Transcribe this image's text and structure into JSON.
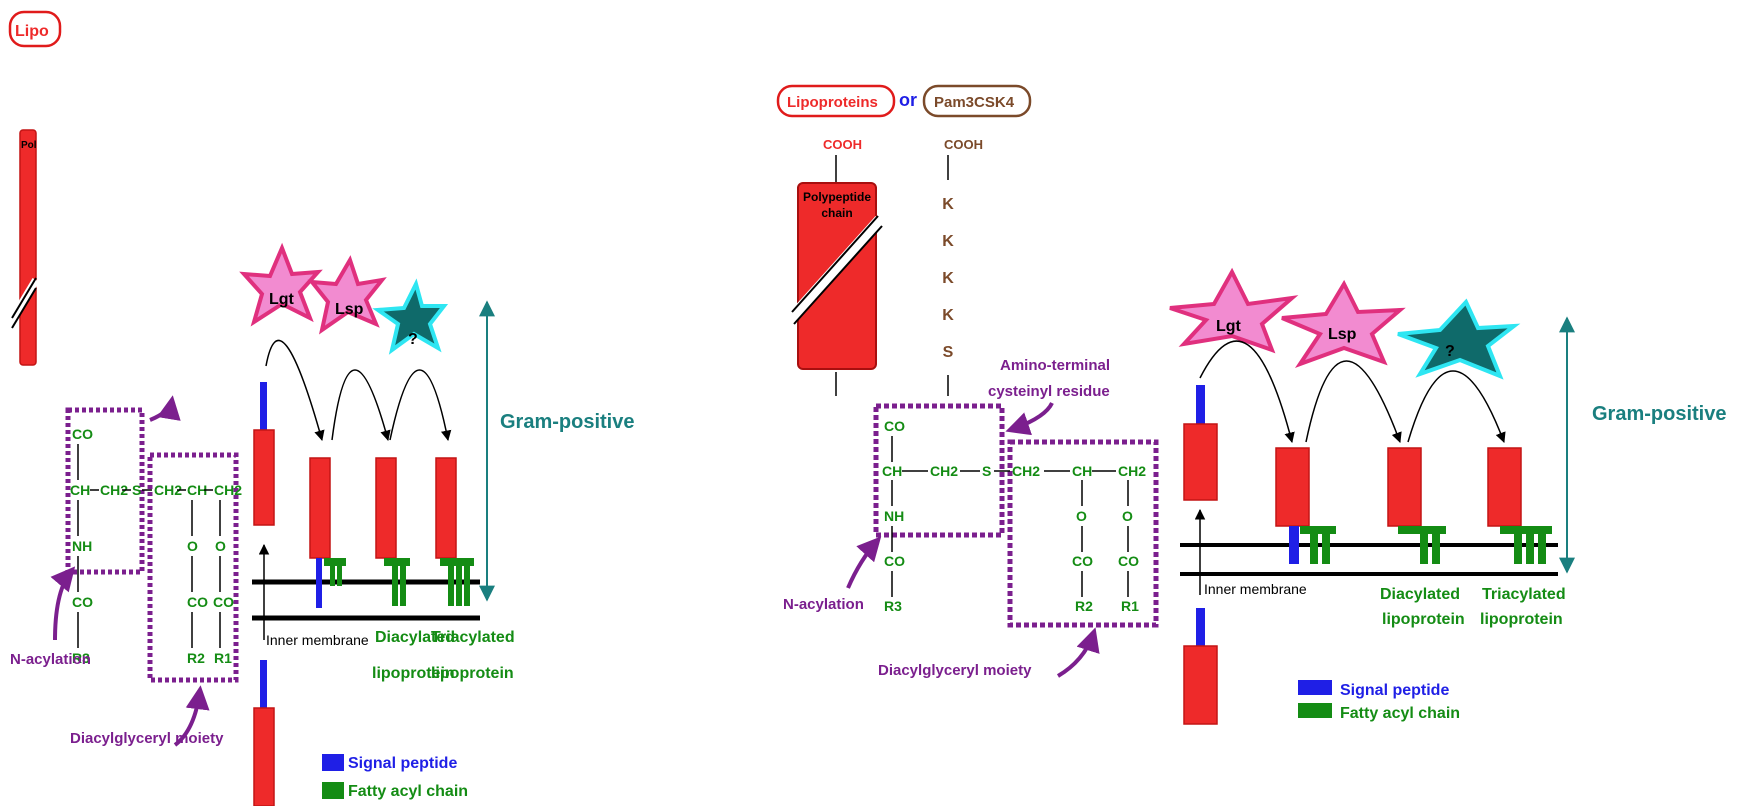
{
  "colors": {
    "red": "#ee2a2a",
    "red_outline": "#e01b1b",
    "brown": "#7b4a2a",
    "green": "#148c14",
    "purple": "#7b1f8e",
    "teal": "#1a7f7f",
    "blue": "#1f1fe6",
    "pink": "#f28bd0",
    "pink_edge": "#e0307e",
    "cyan": "#2ee6f2",
    "dark_teal": "#0f6a6a",
    "black": "#000000"
  },
  "left_panel": {
    "clipped_label": "Lipo",
    "clipped_chain": "Pol",
    "structure": {
      "co_top": "CO",
      "ch": "CH",
      "ch2a": "CH2",
      "s": "S",
      "ch2b": "CH2",
      "ch_b": "CH",
      "ch2c": "CH2",
      "nh": "NH",
      "o1": "O",
      "o2": "O",
      "co_bottom": "CO",
      "co2": "CO",
      "co3": "CO",
      "r3": "R3",
      "r2": "R2",
      "r1": "R1"
    },
    "n_acylation": "N-acylation",
    "diacylglyceryl": "Diacylglyceryl moiety",
    "enzymes": [
      "Lgt",
      "Lsp",
      "?"
    ],
    "gram_positive": "Gram-positive",
    "inner_membrane": "Inner membrane",
    "diacylated": [
      "Diacylated",
      "lipoprotein"
    ],
    "triacylated": [
      "Triacylated",
      "lipoprotein"
    ],
    "legend": [
      "Signal peptide",
      "Fatty acyl chain"
    ]
  },
  "right_panel": {
    "lipoproteins": "Lipoproteins",
    "or": "or",
    "pam": "Pam3CSK4",
    "cooh_red": "COOH",
    "cooh_brown": "COOH",
    "polypeptide": [
      "Polypeptide",
      "chain"
    ],
    "peptide": [
      "K",
      "K",
      "K",
      "K",
      "S"
    ],
    "amino_terminal": [
      "Amino-terminal",
      "cysteinyl residue"
    ],
    "structure": {
      "co_top": "CO",
      "ch": "CH",
      "ch2a": "CH2",
      "s": "S",
      "ch2b": "CH2",
      "ch_b": "CH",
      "ch2c": "CH2",
      "nh": "NH",
      "o1": "O",
      "o2": "O",
      "co_bottom": "CO",
      "co2": "CO",
      "co3": "CO",
      "r3": "R3",
      "r2": "R2",
      "r1": "R1"
    },
    "n_acylation": "N-acylation",
    "diacylglyceryl": "Diacylglyceryl moiety",
    "enzymes": [
      "Lgt",
      "Lsp",
      "?"
    ],
    "gram_positive": "Gram-positive",
    "inner_membrane": "Inner membrane",
    "diacylated": [
      "Diacylated",
      "lipoprotein"
    ],
    "triacylated": [
      "Triacylated",
      "lipoprotein"
    ],
    "legend": [
      "Signal peptide",
      "Fatty acyl chain"
    ]
  }
}
